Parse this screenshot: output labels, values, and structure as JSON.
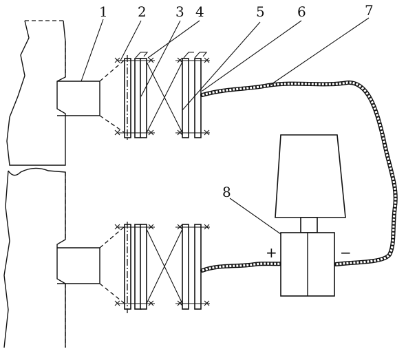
{
  "labels": [
    {
      "id": "1",
      "text": "1"
    },
    {
      "id": "2",
      "text": "2"
    },
    {
      "id": "3",
      "text": "3"
    },
    {
      "id": "4",
      "text": "4"
    },
    {
      "id": "5",
      "text": "5"
    },
    {
      "id": "6",
      "text": "6"
    },
    {
      "id": "7",
      "text": "7"
    },
    {
      "id": "8",
      "text": "8"
    }
  ],
  "terminals": {
    "positive": "+",
    "negative": "−"
  }
}
